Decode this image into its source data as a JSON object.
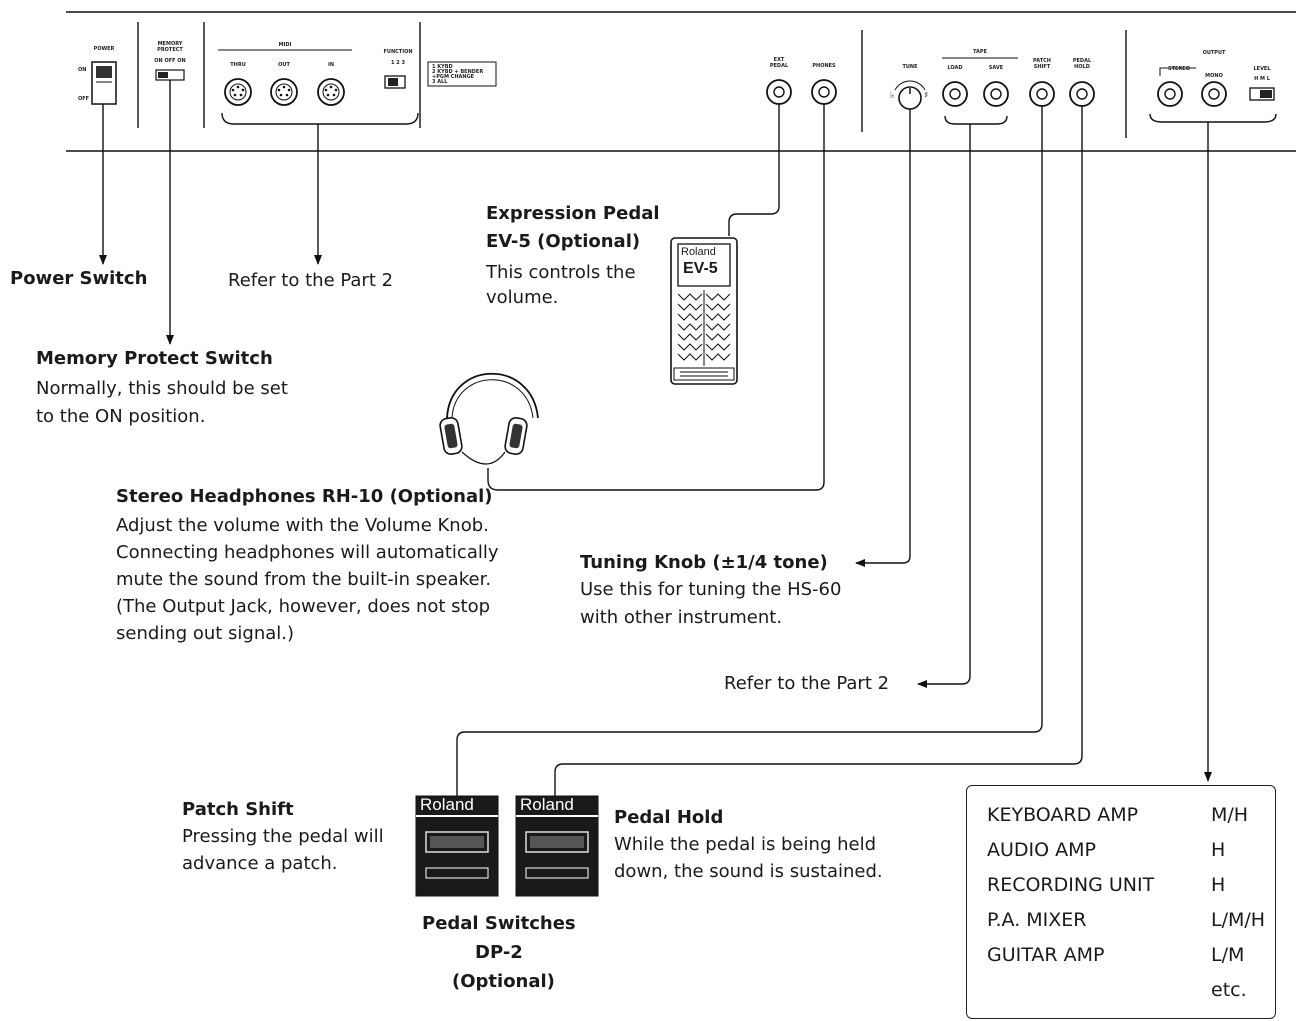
{
  "panel": {
    "power": {
      "title": "POWER",
      "on": "ON",
      "off": "OFF"
    },
    "memory_protect": {
      "title_line1": "MEMORY",
      "title_line2": "PROTECT",
      "positions": "ON OFF ON"
    },
    "midi": {
      "title": "MIDI",
      "jacks": [
        "THRU",
        "OUT",
        "IN"
      ]
    },
    "function": {
      "title": "FUNCTION",
      "positions": "1  2  3",
      "legend": [
        "1 KYBD",
        "2 KYBD + BENDER",
        "  +PGM CHANGE",
        "3 ALL"
      ]
    },
    "ext_pedal": {
      "line1": "EXT",
      "line2": "PEDAL"
    },
    "phones": "PHONES",
    "tune": "TUNE",
    "tune_marks": {
      "flat": "♭",
      "sharp": "♯"
    },
    "tape": {
      "title": "TAPE",
      "jacks": [
        "LOAD",
        "SAVE"
      ]
    },
    "patch_shift": {
      "line1": "PATCH",
      "line2": "SHIFT"
    },
    "pedal_hold": {
      "line1": "PEDAL",
      "line2": "HOLD"
    },
    "output": {
      "title": "OUTPUT",
      "stereo": "STEREO",
      "mono": "MONO",
      "level": "LEVEL",
      "level_positions": "H M L"
    }
  },
  "labels": {
    "power_switch": "Power Switch",
    "refer_part2_midi": "Refer to the Part 2",
    "memory_protect_title": "Memory Protect Switch",
    "memory_protect_desc": [
      "Normally, this should be set",
      "to the ON position."
    ],
    "expression_title": [
      "Expression Pedal",
      "EV-5 (Optional)"
    ],
    "expression_desc": [
      "This controls the",
      "volume."
    ],
    "headphones_title": "Stereo Headphones RH-10 (Optional)",
    "headphones_desc": [
      "Adjust the volume with the Volume Knob.",
      "Connecting headphones will automatically",
      "mute the sound from the built-in speaker.",
      "(The Output Jack, however, does not stop",
      "sending out signal.)"
    ],
    "tuning_title": "Tuning Knob (±1/4 tone)",
    "tuning_desc": [
      "Use this for tuning the HS-60",
      "with other instrument."
    ],
    "refer_part2_tape": "Refer to the Part 2",
    "patch_shift_title": "Patch Shift",
    "patch_shift_desc": [
      "Pressing the pedal will",
      "advance a patch."
    ],
    "pedal_hold_title": "Pedal Hold",
    "pedal_hold_desc": [
      "While the pedal is being held",
      "down, the sound is sustained."
    ],
    "pedal_switches": [
      "Pedal Switches",
      "DP-2",
      "(Optional)"
    ]
  },
  "devices": {
    "ev5_brand": "Roland",
    "ev5_model": "EV-5",
    "dp2_brand": [
      "Roland",
      "Roland"
    ]
  },
  "output_table": {
    "rows": [
      {
        "device": "KEYBOARD AMP",
        "level": "M/H"
      },
      {
        "device": "AUDIO AMP",
        "level": "H"
      },
      {
        "device": "RECORDING UNIT",
        "level": "H"
      },
      {
        "device": "P.A. MIXER",
        "level": "L/M/H"
      },
      {
        "device": "GUITAR AMP",
        "level": "L/M"
      },
      {
        "device": "",
        "level": "etc."
      }
    ]
  }
}
